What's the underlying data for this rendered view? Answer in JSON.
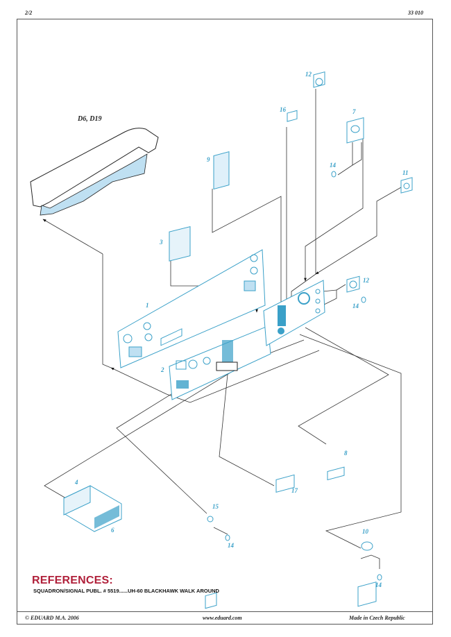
{
  "header": {
    "page": "2/2",
    "code": "33 010"
  },
  "parts": {
    "d_label": "D6, D19",
    "p1": "1",
    "p2": "2",
    "p3": "3",
    "p4": "4",
    "p6": "6",
    "p7": "7",
    "p8": "8",
    "p9": "9",
    "p10": "10",
    "p11": "11",
    "p12a": "12",
    "p12b": "12",
    "p14a": "14",
    "p14b": "14",
    "p14c": "14",
    "p14d": "14",
    "p15": "15",
    "p16": "16",
    "p17": "17"
  },
  "colors": {
    "part_blue": "#3aa0c8",
    "fill_blue": "#bfe0f2",
    "line": "#222222",
    "refs_red": "#b0203a"
  },
  "references": {
    "title": "REFERENCES:",
    "line": "SQUADRON/SIGNAL PUBL. # 5519......UH-60 BLACKHAWK WALK AROUND"
  },
  "footer": {
    "copyright": "© EDUARD  M.A. 2006",
    "website": "www.eduard.com",
    "origin": "Made in Czech Republic"
  }
}
